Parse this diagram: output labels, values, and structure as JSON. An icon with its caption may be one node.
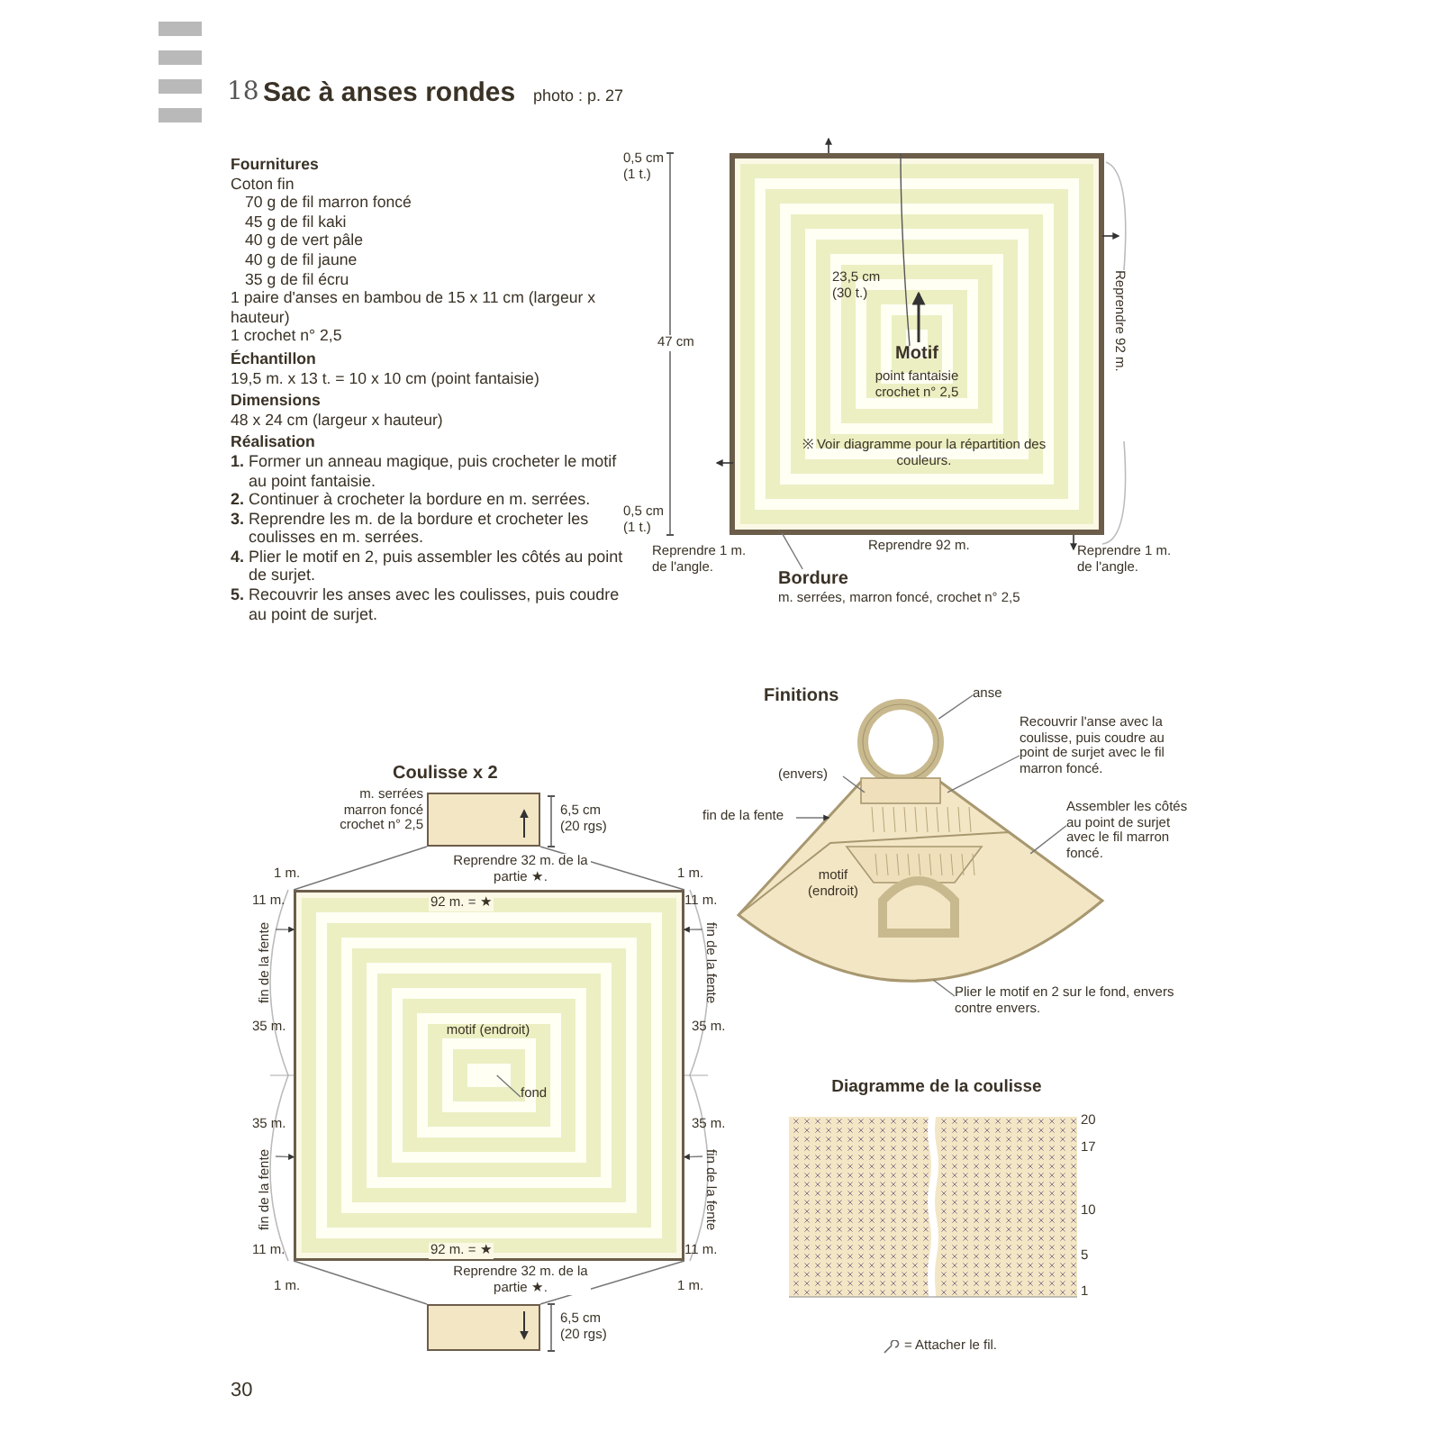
{
  "diagram": {
    "title": "Sac à anses rondes",
    "nodes": [
      {
        "text": [
          "Motif",
          "point fantaisie crochet n° 2,5",
          "※ Voir diagramme pour la répartition des couleurs."
        ]
      },
      {
        "text": [
          "Bordure",
          "m. serrées, marron foncé, crochet n° 2,5"
        ]
      },
      {
        "text": [],
        "shape": "box"
      },
      {
        "text": [
          "motif (endroit)"
        ]
      },
      {
        "text": [],
        "shape": "box"
      },
      {
        "text": [
          "fond"
        ],
        "in": 3
      },
      {
        "text": [
          "motif (endroit)"
        ]
      },
      {
        "text": [
          "anse"
        ]
      },
      {
        "text": [
          "Recouvrir l'anse avec la coulisse, puis coudre au point de surjet avec le fil marron foncé."
        ]
      },
      {
        "text": [
          "Assembler les côtés au point de surjet avec le fil marron foncé."
        ]
      },
      {
        "text": [
          "Plier le motif en 2 sur le fond, envers contre envers."
        ]
      },
      {
        "text": [
          "(envers)"
        ]
      },
      {
        "text": [
          "fin de la fente"
        ]
      },
      {
        "text": [
          "Diagramme de la coulisse"
        ]
      },
      {
        "text": [
          "fin de la fente"
        ]
      },
      {
        "text": [
          "fin de la fente"
        ]
      },
      {
        "text": [
          "fin de la fente"
        ]
      },
      {
        "text": [
          "fin de la fente"
        ]
      }
    ],
    "edges": [
      {
        "from": 1,
        "to": 0,
        "arrow": "none"
      },
      {
        "from": 3,
        "to": 2,
        "arrow": "none"
      },
      {
        "from": 3,
        "to": 2,
        "arrow": "none"
      },
      {
        "from": 3,
        "to": 4,
        "arrow": "none"
      },
      {
        "from": 3,
        "to": 4,
        "arrow": "none"
      },
      {
        "from": 5,
        "to": 3,
        "arrow": "none"
      },
      {
        "from": 7,
        "to": 6,
        "arrow": "none"
      },
      {
        "from": 8,
        "to": 6,
        "arrow": "none"
      },
      {
        "from": 9,
        "to": 6,
        "arrow": "none"
      },
      {
        "from": 10,
        "to": 6,
        "arrow": "none"
      },
      {
        "from": 11,
        "to": 6,
        "arrow": "none"
      },
      {
        "from": 12,
        "to": 6,
        "arrow": "to"
      },
      {
        "from": 14,
        "to": 3,
        "arrow": "to"
      },
      {
        "from": 15,
        "to": 3,
        "arrow": "to"
      },
      {
        "from": 16,
        "to": 3,
        "arrow": "to"
      },
      {
        "from": 17,
        "to": 3,
        "arrow": "to"
      }
    ],
    "labels": [
      "18",
      "photo : p. 27",
      "Fournitures",
      "Coton fin",
      "70 g de fil marron foncé",
      "45 g de fil kaki",
      "40 g de vert pâle",
      "40 g de fil jaune",
      "35 g de fil écru",
      "1 paire d'anses en bambou de 15 x 11 cm (largeur x hauteur)",
      "1 crochet n° 2,5",
      "Échantillon",
      "19,5 m. x 13 t. = 10 x 10 cm (point fantaisie)",
      "Dimensions",
      "48 x 24 cm (largeur x hauteur)",
      "Réalisation",
      "**1.** Former un anneau magique, puis crocheter le motif au point fantaisie.",
      "**2.** Continuer à crocheter la bordure en m. serrées.",
      "**3.** Reprendre les m. de la bordure et crocheter les coulisses en m. serrées.",
      "**4.** Plier le motif en 2, puis assembler les côtés au point de surjet.",
      "**5.** Recouvrir les anses avec les coulisses, puis coudre au point de surjet.",
      "0,5 cm (1 t.)",
      "47 cm",
      "0,5 cm (1 t.)",
      "23,5 cm (30 t.)",
      "Reprendre 92 m.",
      "Reprendre 1 m. de l'angle.",
      "Reprendre 92 m.",
      "Reprendre 1 m. de l'angle.",
      "Coulisse x 2",
      "m. serrées marron foncé crochet n° 2,5",
      "6,5 cm (20 rgs)",
      "Reprendre 32 m. de la partie ★.",
      "1 m.",
      "1 m.",
      "11 m.",
      "92 m. = ★",
      "11 m.",
      "35 m.",
      "35 m.",
      "35 m.",
      "35 m.",
      "11 m.",
      "92 m. = ★",
      "11 m.",
      "1 m.",
      "1 m.",
      "Reprendre 32 m. de la partie ★.",
      "6,5 cm (20 rgs)",
      "Finitions",
      "20",
      "17",
      "10",
      "5",
      "1",
      "= Attacher le fil.",
      "30"
    ]
  }
}
